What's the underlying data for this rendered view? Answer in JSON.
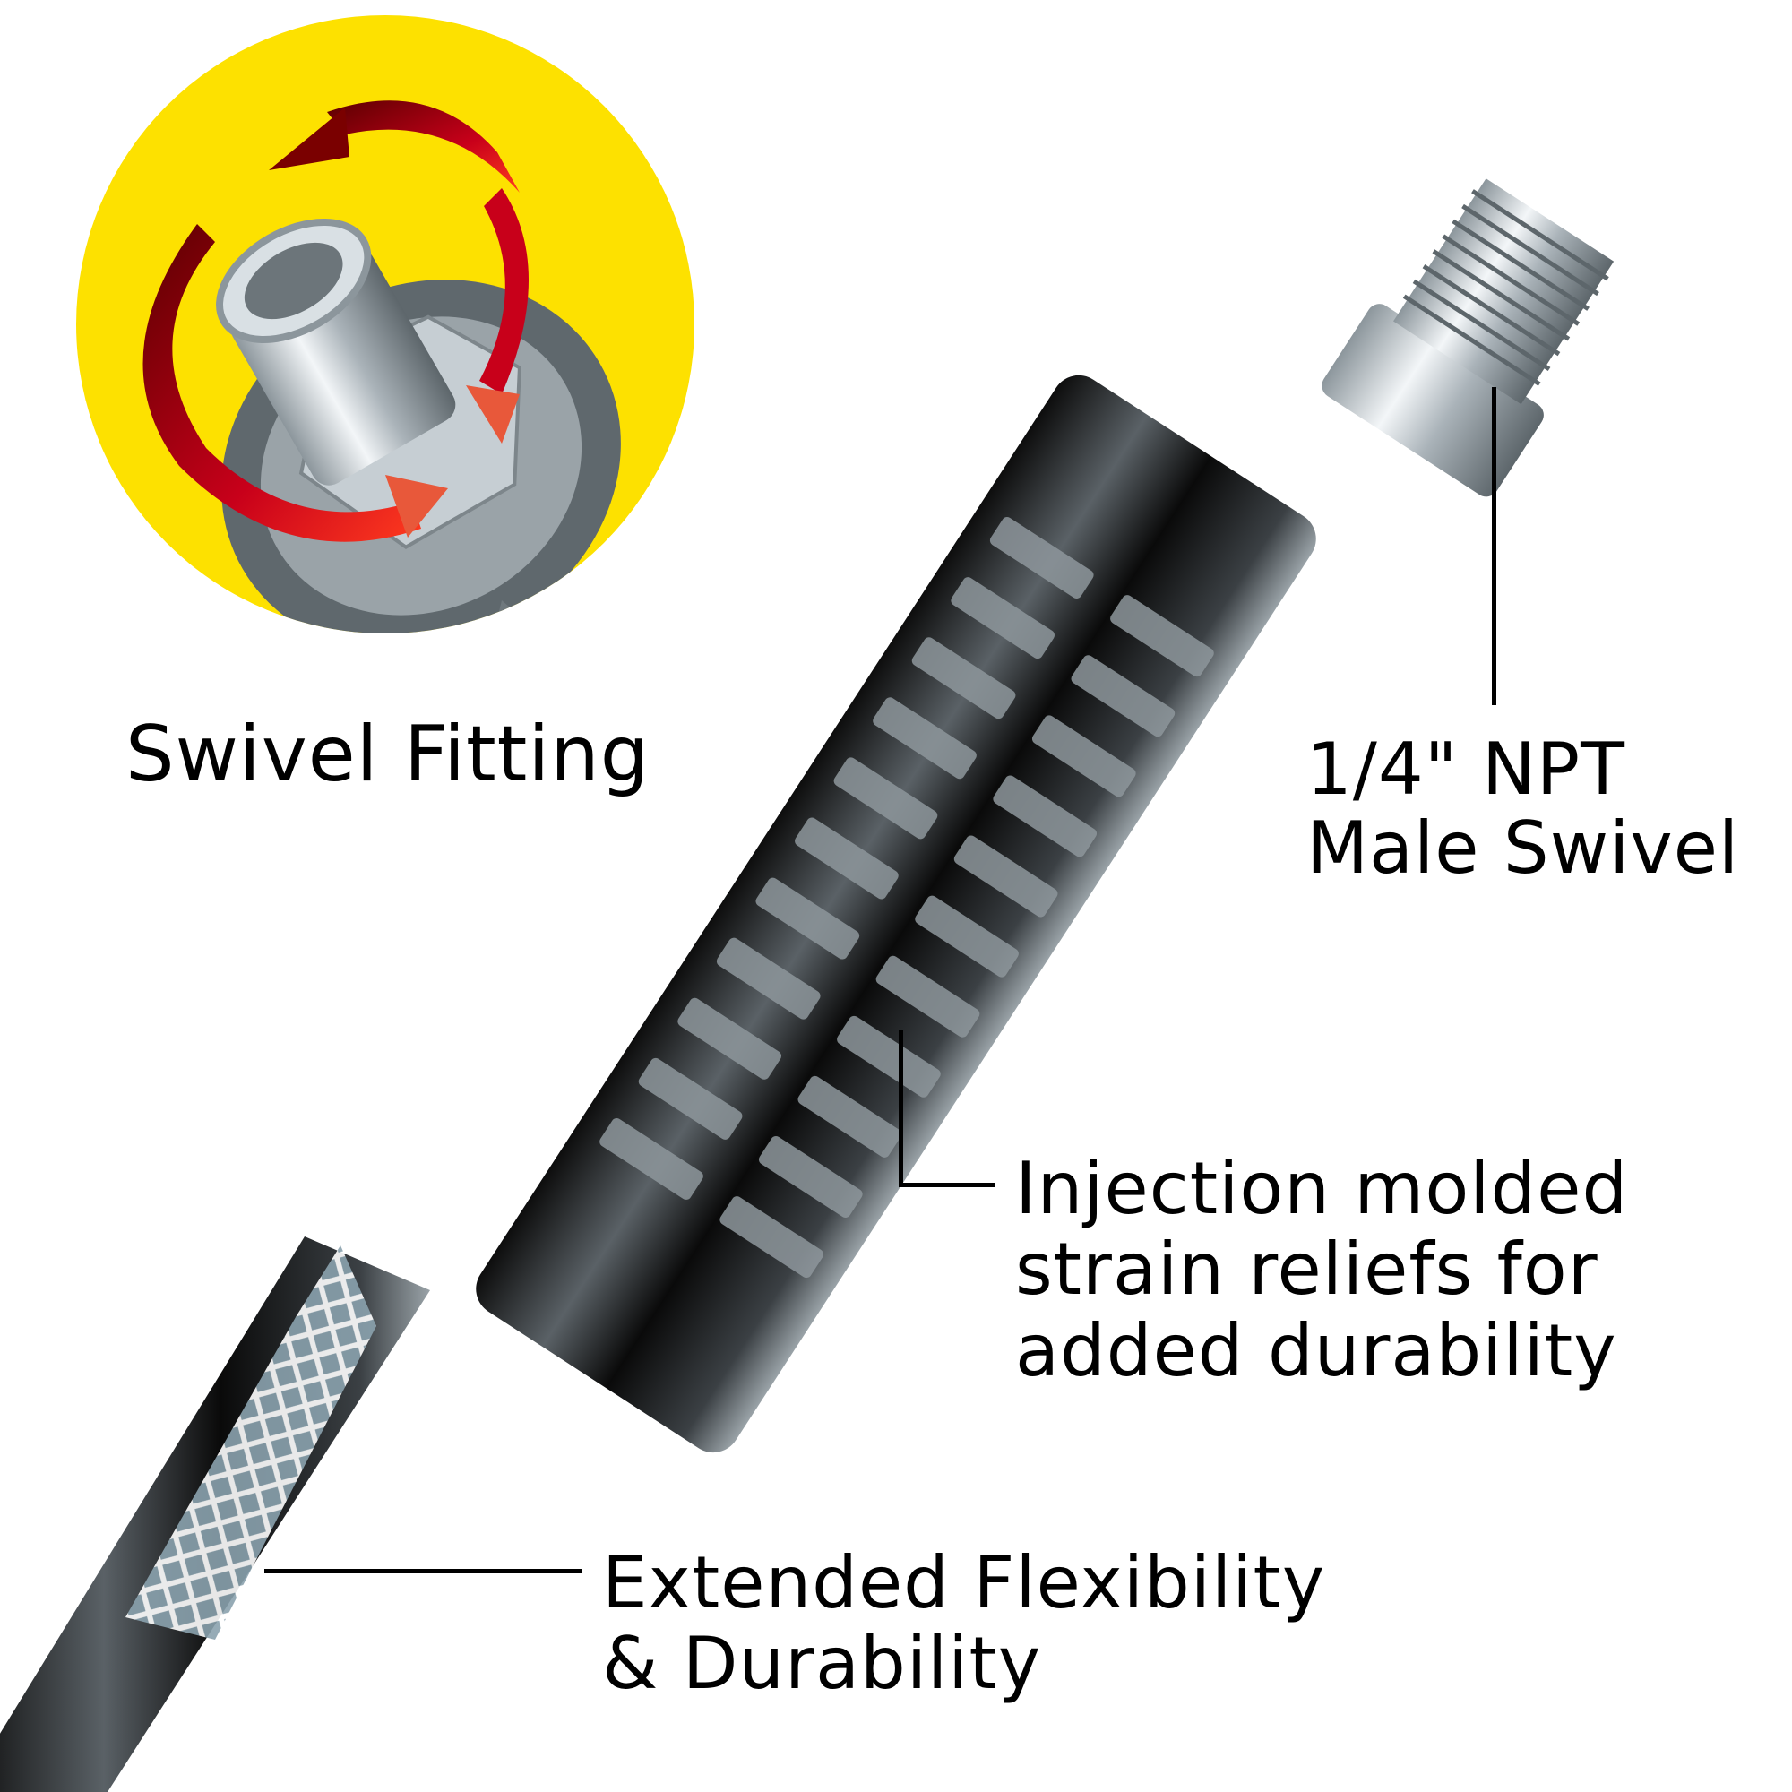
{
  "colors": {
    "background": "#ffffff",
    "badge_yellow": "#fde100",
    "arrow_dark_red": "#6b0000",
    "arrow_red": "#d8001a",
    "arrow_orange": "#e8583a",
    "hose_black": "#1a1a1a",
    "metal_silver": "#c9d2d8",
    "text": "#000000"
  },
  "swivel_badge": {
    "icon": "rotation-arrows-icon",
    "label": "Swivel Fitting"
  },
  "callouts": {
    "npt": {
      "line1": "1/4\" NPT",
      "line2": "Male Swivel"
    },
    "strain_relief": {
      "line1": "Injection molded",
      "line2": "strain reliefs for",
      "line3": "added durability"
    },
    "flexibility": {
      "line1": "Extended Flexibility",
      "line2": "& Durability"
    }
  }
}
